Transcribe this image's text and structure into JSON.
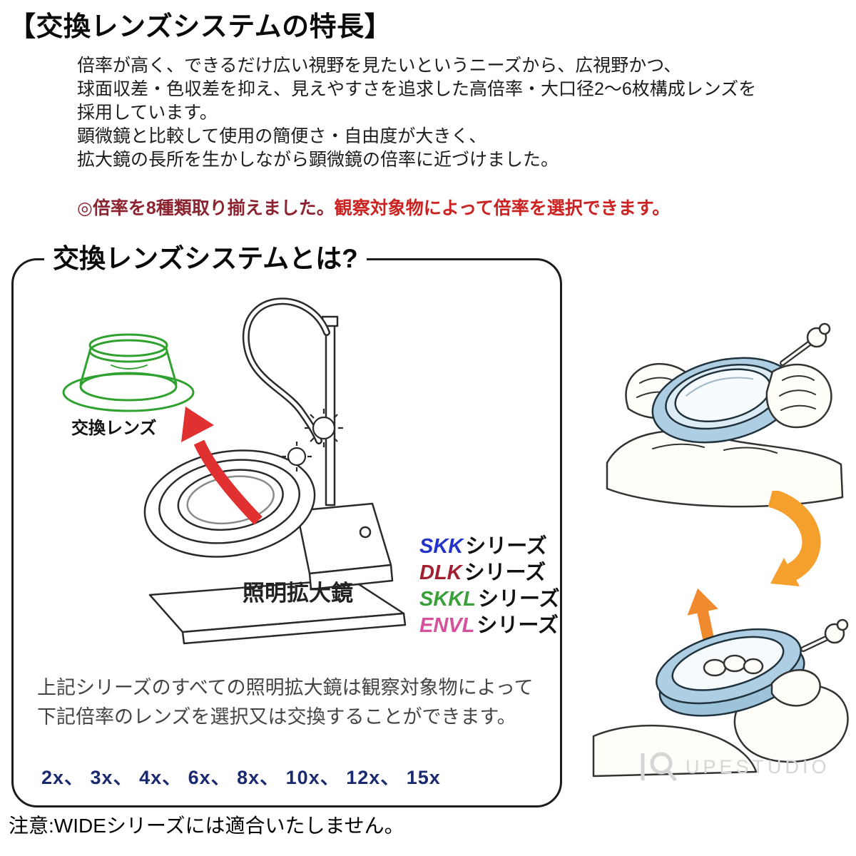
{
  "page": {
    "bg": "#ffffff",
    "title": "【交換レンズシステムの特長】",
    "intro": {
      "lines": [
        "倍率が高く、できるだけ広い視野を見たいというニーズから、広視野かつ、",
        "球面収差・色収差を抑え、見えやすさを追求した高倍率・大口径2～6枚構成レンズを",
        "採用しています。",
        "顕微鏡と比較して使用の簡便さ・自由度が大きく、",
        "拡大鏡の長所を生かしながら顕微鏡の倍率に近づけました。"
      ]
    },
    "highlight": {
      "lead": "◎倍率を8種類取り揃えました。",
      "rest": "観察対象物によって倍率を選択できます。",
      "lead_color": "#8b2430",
      "rest_color": "#cc2222"
    },
    "box": {
      "title": "交換レンズシステムとは?",
      "replacement_lens_label": "交換レンズ",
      "magnifier_label": "照明拡大鏡",
      "series": [
        {
          "name": "SKK",
          "suffix": "シリーズ",
          "color": "#2233cc"
        },
        {
          "name": "DLK",
          "suffix": "シリーズ",
          "color": "#a02030"
        },
        {
          "name": "SKKL",
          "suffix": "シリーズ",
          "color": "#3aa03a"
        },
        {
          "name": "ENVL",
          "suffix": "シリーズ",
          "color": "#d6509b"
        }
      ],
      "description_lines": [
        "上記シリーズのすべての照明拡大鏡は観察対象物によって",
        "下記倍率のレンズを選択又は交換することができます。"
      ],
      "magnifications": "2x、 3x、 4x、 6x、 8x、 10x、 12x、 15x",
      "magnifications_color": "#1b2a6e"
    },
    "note": "注意:WIDEシリーズには適合いたしません。",
    "watermark": {
      "text": "UPESTUDIO"
    },
    "illustration_colors": {
      "lens_green": "#2fa12f",
      "arrow_red": "#e03030",
      "arrow_orange": "#f5a02d",
      "ring_blue": "#aecfe3"
    }
  }
}
